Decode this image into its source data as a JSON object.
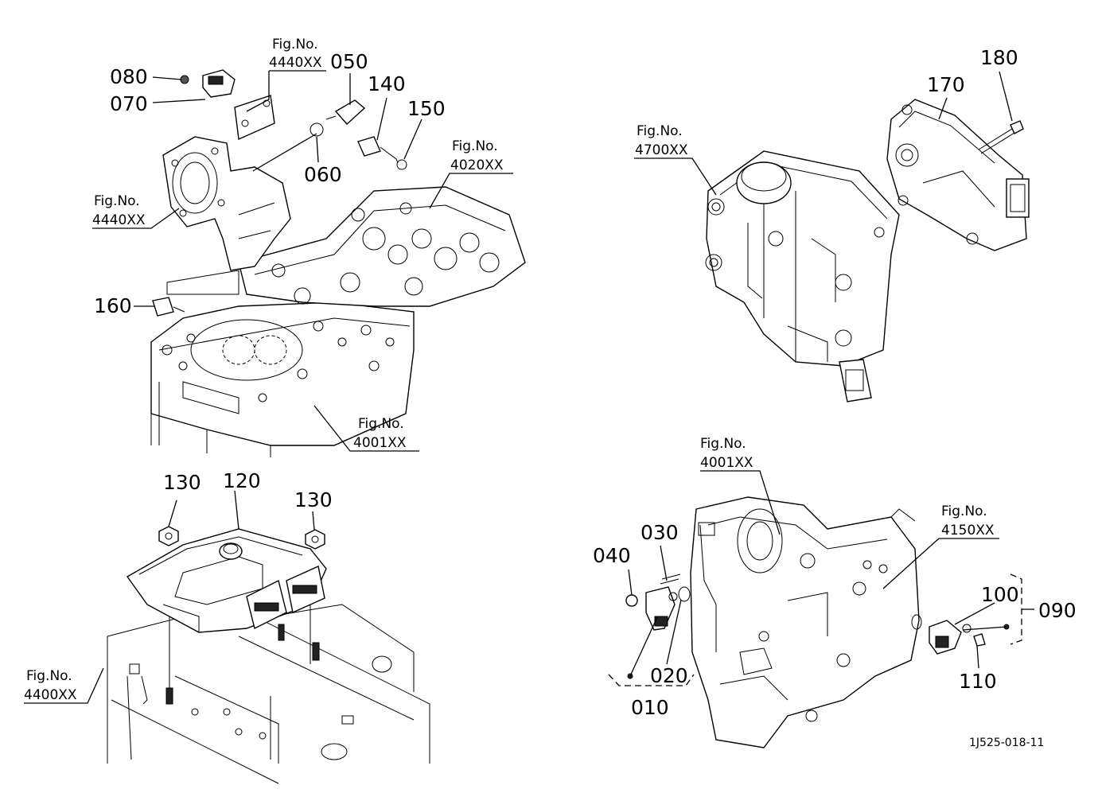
{
  "callouts": {
    "c080": "080",
    "c070": "070",
    "c050": "050",
    "c060": "060",
    "c140": "140",
    "c150": "150",
    "c160": "160",
    "c170": "170",
    "c180": "180",
    "c120": "120",
    "c130a": "130",
    "c130b": "130",
    "c040": "040",
    "c030": "030",
    "c020": "020",
    "c010": "010",
    "c100": "100",
    "c090": "090",
    "c110": "110"
  },
  "fig_refs": {
    "r4440a": {
      "title": "Fig.No.",
      "code": "4440XX"
    },
    "r4440b": {
      "title": "Fig.No.",
      "code": "4440XX"
    },
    "r4020": {
      "title": "Fig.No.",
      "code": "4020XX"
    },
    "r4001a": {
      "title": "Fig.No.",
      "code": "4001XX"
    },
    "r4700": {
      "title": "Fig.No.",
      "code": "4700XX"
    },
    "r4001b": {
      "title": "Fig.No.",
      "code": "4001XX"
    },
    "r4150": {
      "title": "Fig.No.",
      "code": "4150XX"
    },
    "r4400": {
      "title": "Fig.No.",
      "code": "4400XX"
    }
  },
  "drawing_code": "1J525-018-11",
  "colors": {
    "ink": "#000000",
    "paper": "#ffffff"
  }
}
